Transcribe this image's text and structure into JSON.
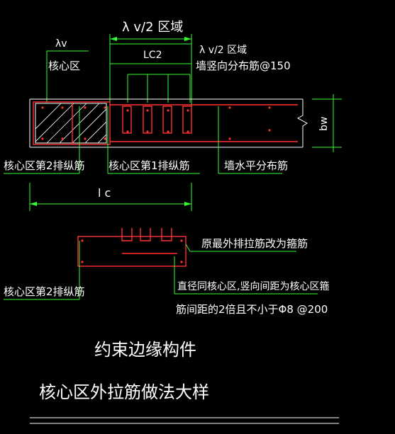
{
  "labels": {
    "lambda_v2_region_top": "λ v/2 区域",
    "lc2": "LC2",
    "lambda_v": "λv",
    "core_zone": "核心区",
    "lambda_v2_region_right": "λ v/2 区域",
    "wall_vertical_rebar": "墙竖向分布筋@150",
    "bw": "bw",
    "core_row2_left": "核心区第2排纵筋",
    "core_row1": "核心区第1排纵筋",
    "wall_horizontal_rebar": "墙水平分布筋",
    "lc": "l c",
    "outermost_tie": "原最外排拉筋改为箍筋",
    "core_row2_bottom": "核心区第2排纵筋",
    "note_line1": "直径同核心区,竖向间距为核心区箍",
    "note_line2": "筋间距的2倍且不小于Φ8 @200"
  },
  "title": {
    "line1": "约束边缘构件",
    "line2": "核心区外拉筋做法大样"
  },
  "colors": {
    "background": "#000000",
    "rebar": "#ff3030",
    "dimension": "#32ff32",
    "outline": "#ffffff"
  }
}
